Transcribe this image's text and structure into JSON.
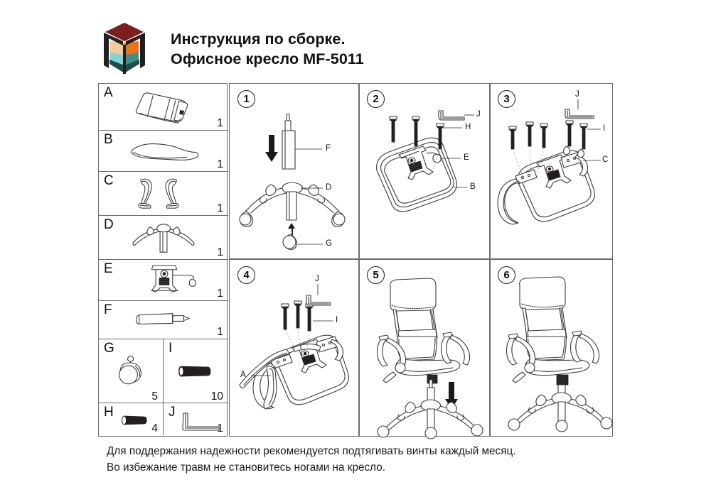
{
  "document": {
    "title_line1": "Инструкция по сборке.",
    "title_line2": "Офисное кресло MF-5011",
    "logo_name": "book-cube-logo",
    "logo_colors": {
      "top": "#7b1e1e",
      "left_upper": "#f6c89a",
      "right_upper": "#e8751a",
      "left_lower": "#7fd4d4",
      "right_lower": "#3f8f86",
      "bottom": "#1d4f4a",
      "frame": "#231f20"
    }
  },
  "parts_table": {
    "caption": "",
    "rows": [
      {
        "id": "A",
        "label": "A",
        "qty": "1",
        "icon": "backrest",
        "span": "full"
      },
      {
        "id": "B",
        "label": "B",
        "qty": "1",
        "icon": "seat-cushion",
        "span": "full"
      },
      {
        "id": "C",
        "label": "C",
        "qty": "1",
        "icon": "armrest-pair",
        "span": "full"
      },
      {
        "id": "D",
        "label": "D",
        "qty": "1",
        "icon": "five-star-base",
        "span": "full"
      },
      {
        "id": "E",
        "label": "E",
        "qty": "1",
        "icon": "tilt-mechanism",
        "span": "full"
      },
      {
        "id": "F",
        "label": "F",
        "qty": "1",
        "icon": "gas-cylinder",
        "span": "full"
      },
      {
        "id": "G",
        "label": "G",
        "qty": "5",
        "icon": "caster-wheel",
        "span": "half-left"
      },
      {
        "id": "I",
        "label": "I",
        "qty": "10",
        "icon": "bolt-long",
        "span": "half-right"
      },
      {
        "id": "H",
        "label": "H",
        "qty": "4",
        "icon": "bolt-short",
        "span": "half-left"
      },
      {
        "id": "J",
        "label": "J",
        "qty": "1",
        "icon": "allen-key",
        "span": "half-right"
      }
    ]
  },
  "steps": [
    {
      "number": "1",
      "name": "step-1-base-and-cylinder",
      "callouts": [
        {
          "label": "F",
          "part": "gas-cylinder"
        },
        {
          "label": "D",
          "part": "five-star-base"
        },
        {
          "label": "G",
          "part": "caster-wheel"
        }
      ]
    },
    {
      "number": "2",
      "name": "step-2-mechanism-to-seat",
      "callouts": [
        {
          "label": "J",
          "part": "allen-key"
        },
        {
          "label": "H",
          "part": "bolt-short"
        },
        {
          "label": "E",
          "part": "tilt-mechanism"
        },
        {
          "label": "B",
          "part": "seat-cushion"
        }
      ]
    },
    {
      "number": "3",
      "name": "step-3-armrests",
      "callouts": [
        {
          "label": "J",
          "part": "allen-key"
        },
        {
          "label": "I",
          "part": "bolt-long"
        },
        {
          "label": "C",
          "part": "armrest-pair"
        }
      ]
    },
    {
      "number": "4",
      "name": "step-4-backrest",
      "callouts": [
        {
          "label": "J",
          "part": "allen-key"
        },
        {
          "label": "I",
          "part": "bolt-long"
        },
        {
          "label": "A",
          "part": "backrest"
        }
      ]
    },
    {
      "number": "5",
      "name": "step-5-seat-onto-base",
      "callouts": []
    },
    {
      "number": "6",
      "name": "step-6-completed-chair",
      "callouts": []
    }
  ],
  "footer": {
    "line1": "Для поддержания надежности рекомендуется подтягивать винты каждый месяц.",
    "line2": "Во избежание травм не становитесь ногами на кресло."
  }
}
